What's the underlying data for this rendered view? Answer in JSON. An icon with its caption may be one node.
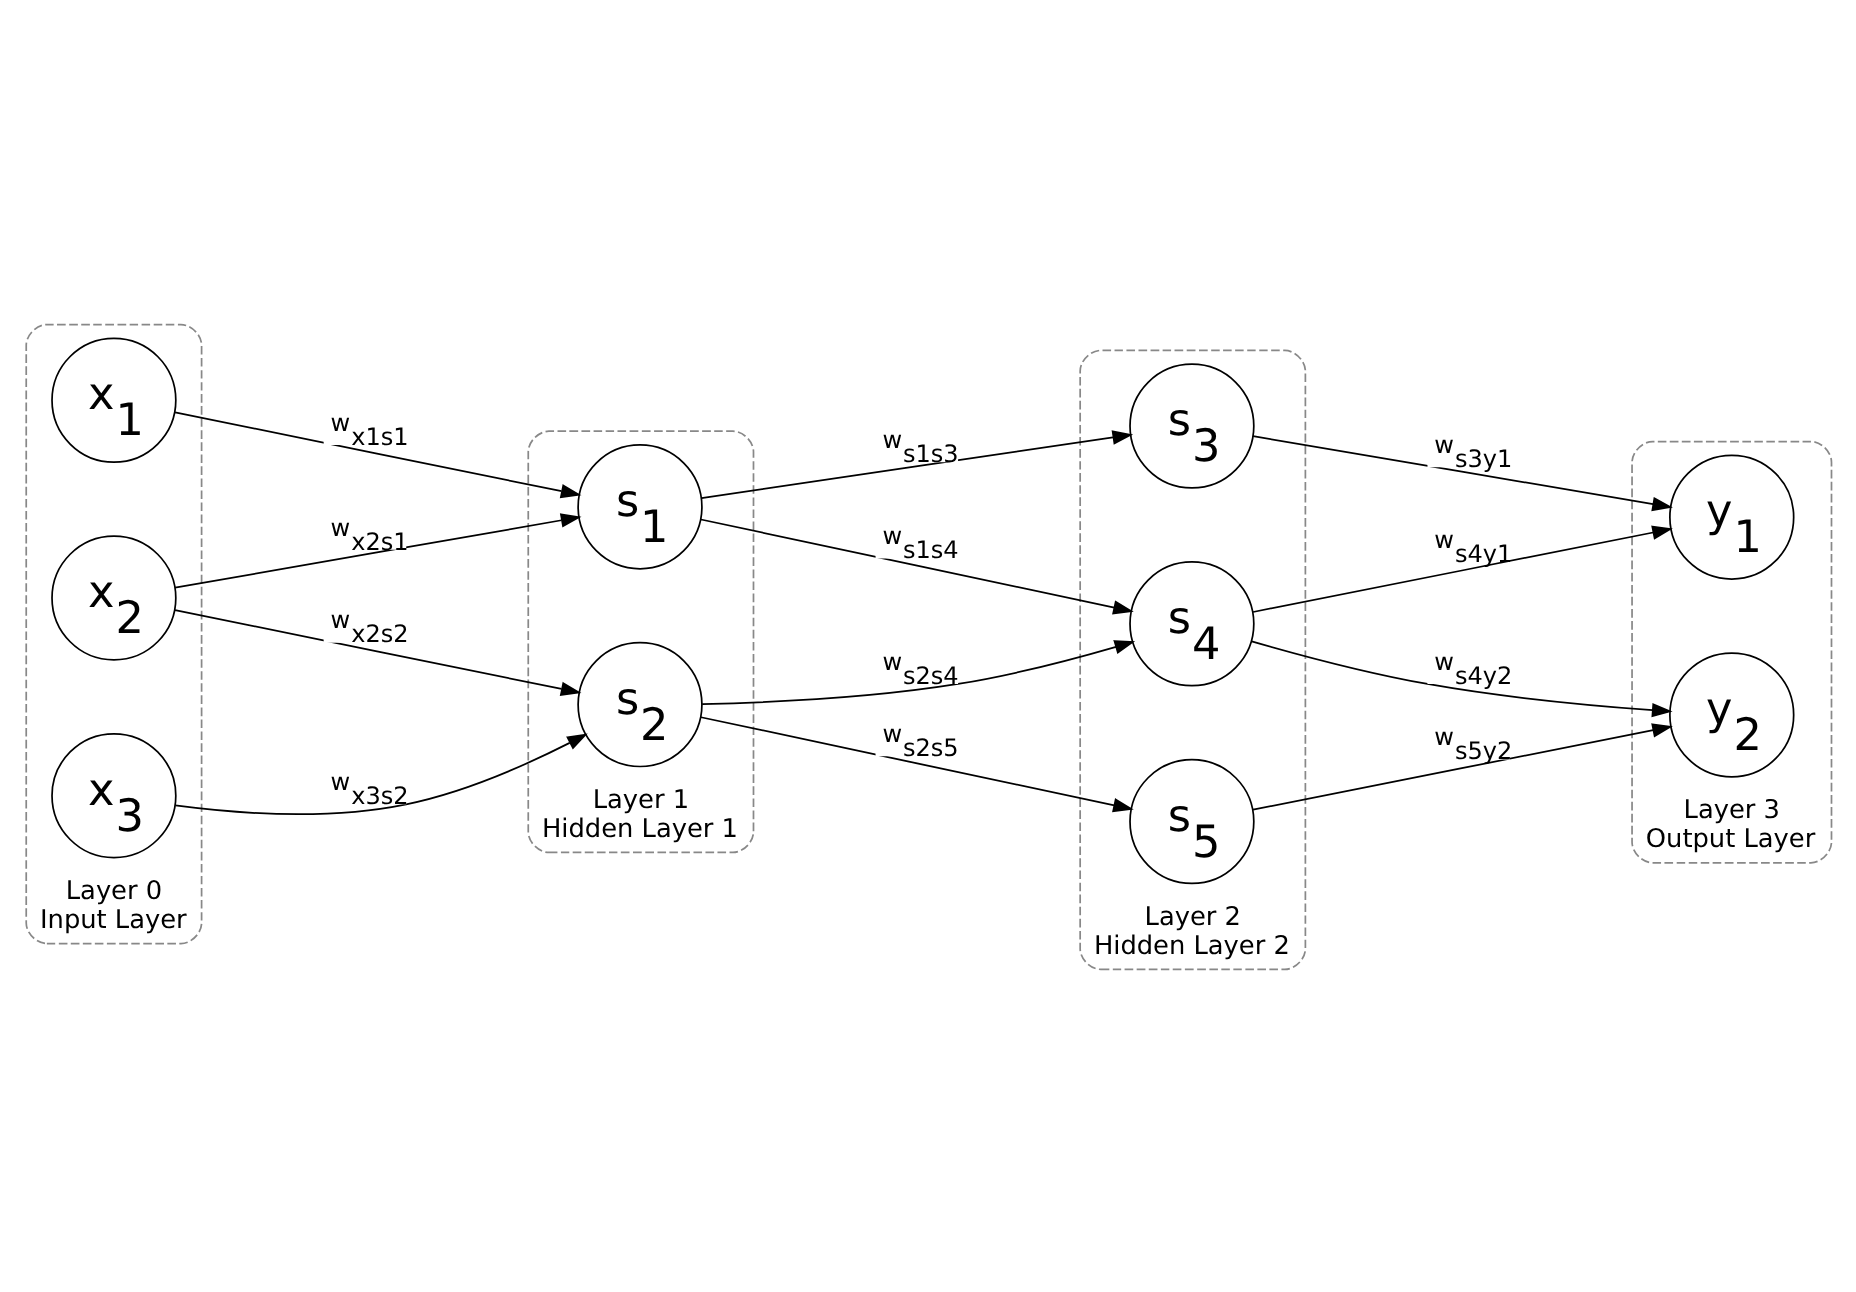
{
  "diagram": {
    "nodes": [
      {
        "text": [
          "Layer 0",
          "Input Layer"
        ]
      },
      {
        "text": [
          "x$_{1}$"
        ],
        "in": 0
      },
      {
        "text": [
          "x$_{2}$"
        ],
        "in": 0
      },
      {
        "text": [
          "x$_{3}$"
        ],
        "in": 0
      },
      {
        "text": [
          "Layer 1",
          "Hidden Layer 1"
        ]
      },
      {
        "text": [
          "s$_{1}$"
        ],
        "in": 4
      },
      {
        "text": [
          "s$_{2}$"
        ],
        "in": 4
      },
      {
        "text": [
          "Layer 2",
          "Hidden Layer 2"
        ]
      },
      {
        "text": [
          "s$_{3}$"
        ],
        "in": 7
      },
      {
        "text": [
          "s$_{4}$"
        ],
        "in": 7
      },
      {
        "text": [
          "s$_{5}$"
        ],
        "in": 7
      },
      {
        "text": [
          "Layer 3",
          "Output Layer"
        ]
      },
      {
        "text": [
          "y$_{1}$"
        ],
        "in": 11
      },
      {
        "text": [
          "y$_{2}$"
        ],
        "in": 11
      }
    ],
    "edges": [
      {
        "from": 1,
        "to": 5,
        "arrow": "to",
        "label": "w$_{x1s1}$"
      },
      {
        "from": 2,
        "to": 5,
        "arrow": "to",
        "label": "w$_{x2s1}$"
      },
      {
        "from": 2,
        "to": 6,
        "arrow": "to",
        "label": "w$_{x2s2}$"
      },
      {
        "from": 3,
        "to": 6,
        "arrow": "to",
        "label": "w$_{x3s2}$"
      },
      {
        "from": 5,
        "to": 8,
        "arrow": "to",
        "label": "w$_{s1s3}$"
      },
      {
        "from": 5,
        "to": 9,
        "arrow": "to",
        "label": "w$_{s1s4}$"
      },
      {
        "from": 6,
        "to": 9,
        "arrow": "to",
        "label": "w$_{s2s4}$"
      },
      {
        "from": 6,
        "to": 10,
        "arrow": "to",
        "label": "w$_{s2s5}$"
      },
      {
        "from": 8,
        "to": 12,
        "arrow": "to",
        "label": "w$_{s3y1}$"
      },
      {
        "from": 9,
        "to": 12,
        "arrow": "to",
        "label": "w$_{s4y1}$"
      },
      {
        "from": 9,
        "to": 13,
        "arrow": "to",
        "label": "w$_{s4y2}$"
      },
      {
        "from": 10,
        "to": 13,
        "arrow": "to",
        "label": "w$_{s5y2}$"
      }
    ]
  }
}
